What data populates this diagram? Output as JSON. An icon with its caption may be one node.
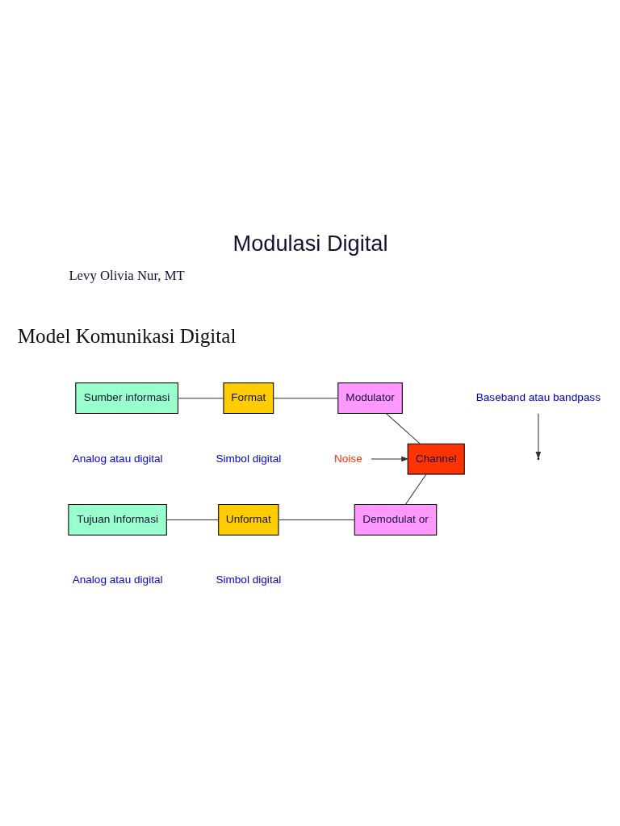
{
  "diagram": {
    "title": "Modulasi Digital",
    "nodes": [
      {
        "text": [
          "Sumber informasi"
        ]
      },
      {
        "text": [
          "Format"
        ]
      },
      {
        "text": [
          "Modulator"
        ]
      },
      {
        "text": [
          "Baseband atau bandpass"
        ]
      },
      {
        "text": [
          "Channel"
        ]
      },
      {
        "text": [
          "Noise"
        ]
      },
      {
        "text": [
          "Tujuan Informasi"
        ]
      },
      {
        "text": [
          "Unformat"
        ]
      },
      {
        "text": [
          "Demodulat or"
        ]
      }
    ],
    "edges": [
      {
        "from": 0,
        "to": 1,
        "arrow": "none"
      },
      {
        "from": 1,
        "to": 2,
        "arrow": "none"
      },
      {
        "from": 3,
        "to": null,
        "arrow": "to"
      },
      {
        "from": 2,
        "to": 4,
        "arrow": "none"
      },
      {
        "from": 5,
        "to": 4,
        "arrow": "to"
      },
      {
        "from": 4,
        "to": 8,
        "arrow": "none"
      },
      {
        "from": 6,
        "to": 7,
        "arrow": "none"
      },
      {
        "from": 7,
        "to": 8,
        "arrow": "none"
      }
    ],
    "labels": [
      "Levy Olivia Nur, MT",
      "Model Komunikasi Digital",
      "Analog atau digital",
      "Simbol digital",
      "Analog atau digital",
      "Simbol digital"
    ]
  }
}
